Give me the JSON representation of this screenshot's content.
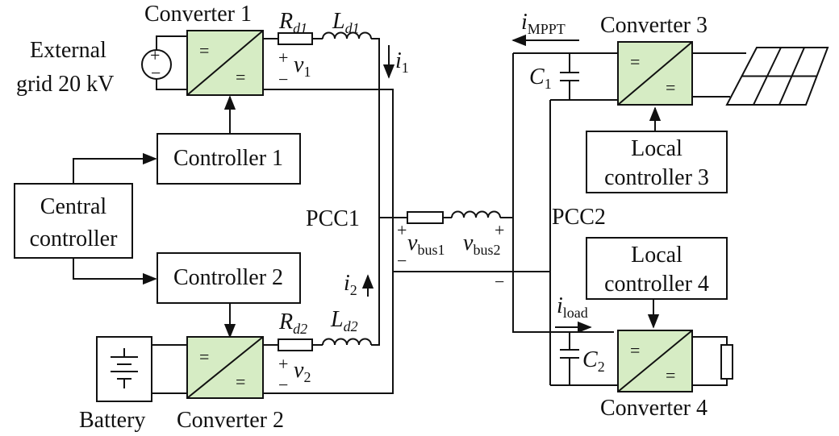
{
  "converters": {
    "c1": {
      "title": "Converter 1"
    },
    "c2": {
      "title": "Converter 2"
    },
    "c3": {
      "title": "Converter 3"
    },
    "c4": {
      "title": "Converter 4"
    }
  },
  "sources": {
    "grid_line1": "External",
    "grid_line2": "grid 20 kV",
    "battery": "Battery"
  },
  "controllers": {
    "central_line1": "Central",
    "central_line2": "controller",
    "controller1": "Controller 1",
    "controller2": "Controller 2",
    "local3_line1": "Local",
    "local3_line2": "controller 3",
    "local4_line1": "Local",
    "local4_line2": "controller 4"
  },
  "nodes": {
    "pcc1": "PCC1",
    "pcc2": "PCC2"
  },
  "symbols": {
    "R": "R",
    "L": "L",
    "v": "v",
    "i": "i",
    "C": "C",
    "d1": "d1",
    "d2": "d2",
    "one": "1",
    "two": "2",
    "bus1": "bus1",
    "bus2": "bus2",
    "mppt": "MPPT",
    "load": "load",
    "plus": "+",
    "minus": "−",
    "eq": "="
  },
  "colors": {
    "converter_fill": "#d6ecc4",
    "line": "#111111"
  }
}
